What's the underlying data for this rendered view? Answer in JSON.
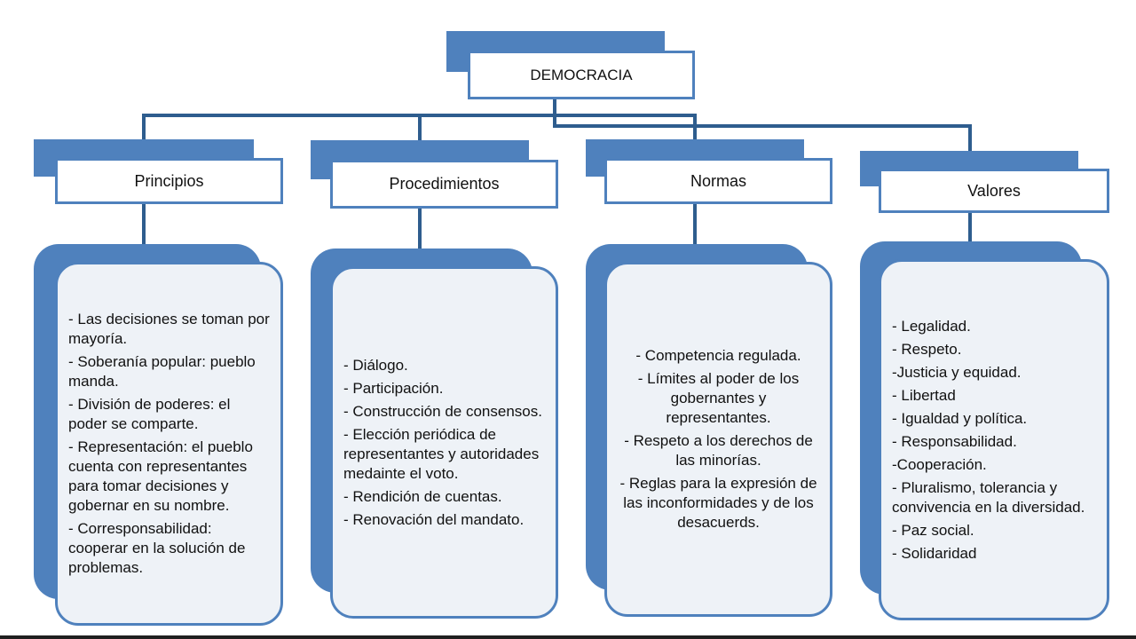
{
  "root": "DEMOCRACIA",
  "categories": [
    {
      "title": "Principios",
      "items": [
        "- Las decisiones se toman por mayoría.",
        "- Soberanía popular: pueblo manda.",
        "- División de poderes: el poder se comparte.",
        "- Representación: el pueblo cuenta con representantes para tomar decisiones y gobernar en su nombre.",
        "- Corresponsabilidad: cooperar en la solución de problemas."
      ]
    },
    {
      "title": "Procedimientos",
      "items": [
        "- Diálogo.",
        "- Participación.",
        "- Construcción de consensos.",
        "- Elección periódica de representantes y autoridades medainte el voto.",
        "- Rendición de cuentas.",
        "- Renovación del mandato."
      ]
    },
    {
      "title": "Normas",
      "items": [
        "- Competencia regulada.",
        "- Límites al poder de los gobernantes y representantes.",
        "- Respeto a los derechos de las minorías.",
        "- Reglas para la expresión de las inconformidades y de los desacuerds."
      ]
    },
    {
      "title": "Valores",
      "items": [
        "- Legalidad.",
        "- Respeto.",
        "-Justicia y equidad.",
        "- Libertad",
        "- Igualdad y política.",
        "- Responsabilidad.",
        "-Cooperación.",
        "- Pluralismo, tolerancia y convivencia en la diversidad.",
        "- Paz social.",
        "- Solidaridad"
      ]
    }
  ],
  "colors": {
    "accent": "#4f81bd",
    "connector": "#2e5d8e",
    "content_fill": "#eef2f7"
  }
}
